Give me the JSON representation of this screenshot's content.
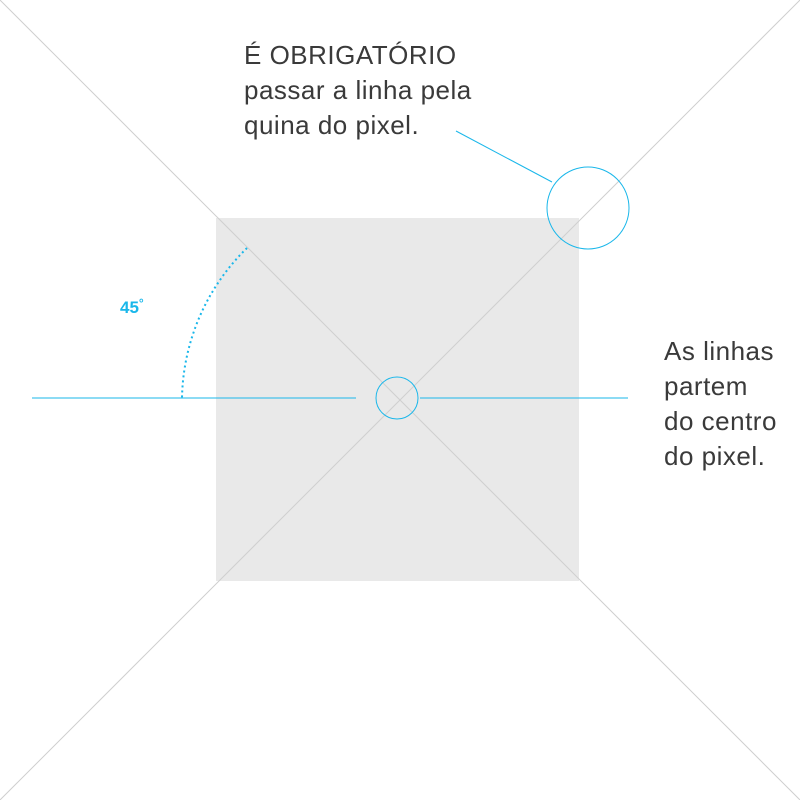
{
  "angle_label": {
    "value": "45",
    "unit": "°"
  },
  "notes": {
    "corner": {
      "lines": [
        "É OBRIGATÓRIO",
        "passar a linha pela",
        "quina do pixel."
      ]
    },
    "center": {
      "lines": [
        "As linhas",
        "partem",
        "do centro",
        "do pixel."
      ]
    }
  },
  "colors": {
    "background": "#ffffff",
    "pixel_fill": "#e9e9e9",
    "diagonal_line": "#cfcfcf",
    "accent": "#1ab7ea",
    "text": "#3a3a3a"
  }
}
